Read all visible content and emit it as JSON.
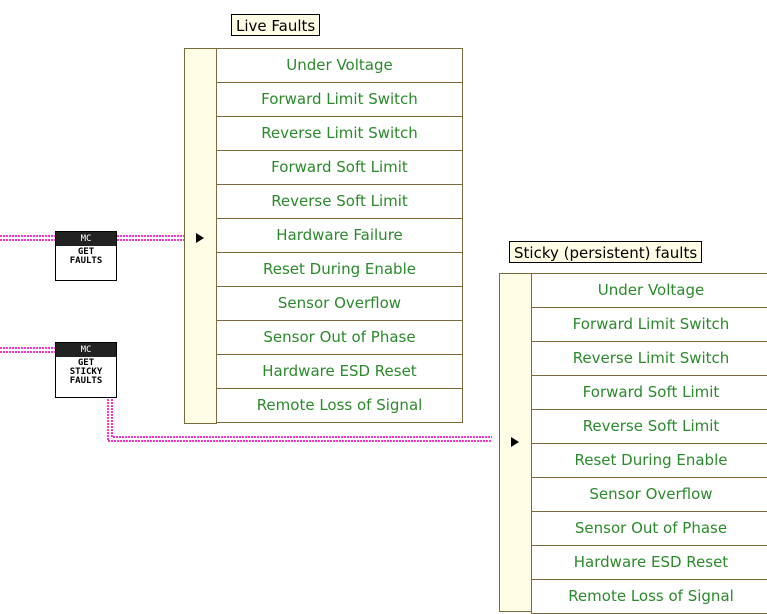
{
  "get_faults_vi": {
    "header": "MC",
    "line1": "GET",
    "line2": "FAULTS"
  },
  "get_sticky_faults_vi": {
    "header": "MC",
    "line1": "GET",
    "line2": "STICKY",
    "line3": "FAULTS"
  },
  "live_faults": {
    "caption": "Live Faults",
    "items": [
      "Under Voltage",
      "Forward Limit Switch",
      "Reverse Limit Switch",
      "Forward Soft Limit",
      "Reverse Soft Limit",
      "Hardware Failure",
      "Reset During Enable",
      "Sensor Overflow",
      "Sensor Out of Phase",
      "Hardware ESD Reset",
      "Remote Loss of Signal"
    ]
  },
  "sticky_faults": {
    "caption": "Sticky (persistent) faults",
    "items": [
      "Under Voltage",
      "Forward Limit Switch",
      "Reverse Limit Switch",
      "Forward Soft Limit",
      "Reverse Soft Limit",
      "Reset During Enable",
      "Sensor Overflow",
      "Sensor Out of Phase",
      "Hardware ESD Reset",
      "Remote Loss of Signal"
    ]
  },
  "colors": {
    "wire": "#ff33cc",
    "item_text": "#2b8a2b",
    "rail_fill": "#fffde6"
  }
}
